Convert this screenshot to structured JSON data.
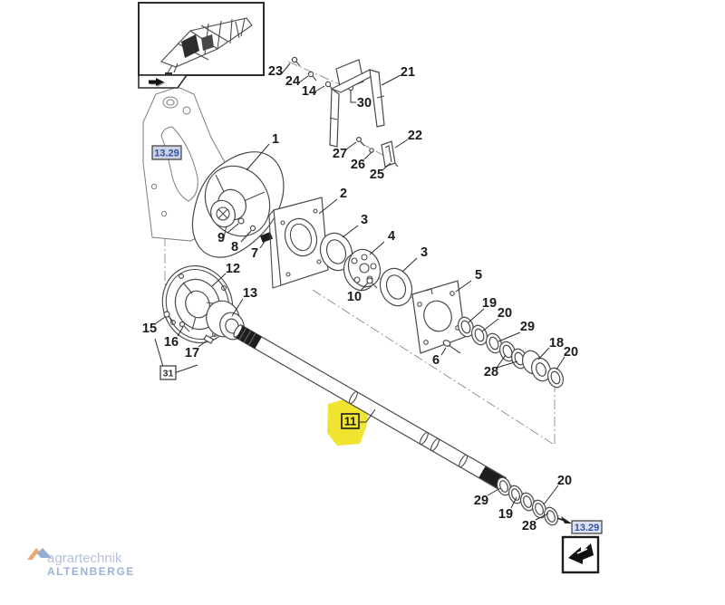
{
  "refs": {
    "top_left": "13.29",
    "bottom_right": "13.29",
    "group_box": "31",
    "highlighted": "11"
  },
  "callouts": [
    "1",
    "2",
    "3",
    "4",
    "3",
    "5",
    "10",
    "9",
    "8",
    "7",
    "6",
    "19",
    "20",
    "29",
    "28",
    "18",
    "20",
    "12",
    "13",
    "15",
    "16",
    "17",
    "23",
    "24",
    "14",
    "30",
    "21",
    "27",
    "26",
    "25",
    "22",
    "29",
    "19",
    "20",
    "28"
  ],
  "icons": {
    "inset_nav": "detail-forward-arrow",
    "footer_nav": "return-back-arrow"
  },
  "colors": {
    "highlight": "#f0e430",
    "ref_text": "#3450a8",
    "ref_bg": "#ccd3e2",
    "line_art": "#4a4a4a",
    "watermark_brand": "#b6c2da",
    "watermark_city": "#9db2d6"
  },
  "watermark": {
    "brand": "agrartechnik",
    "city": "ALTENBERGE"
  }
}
